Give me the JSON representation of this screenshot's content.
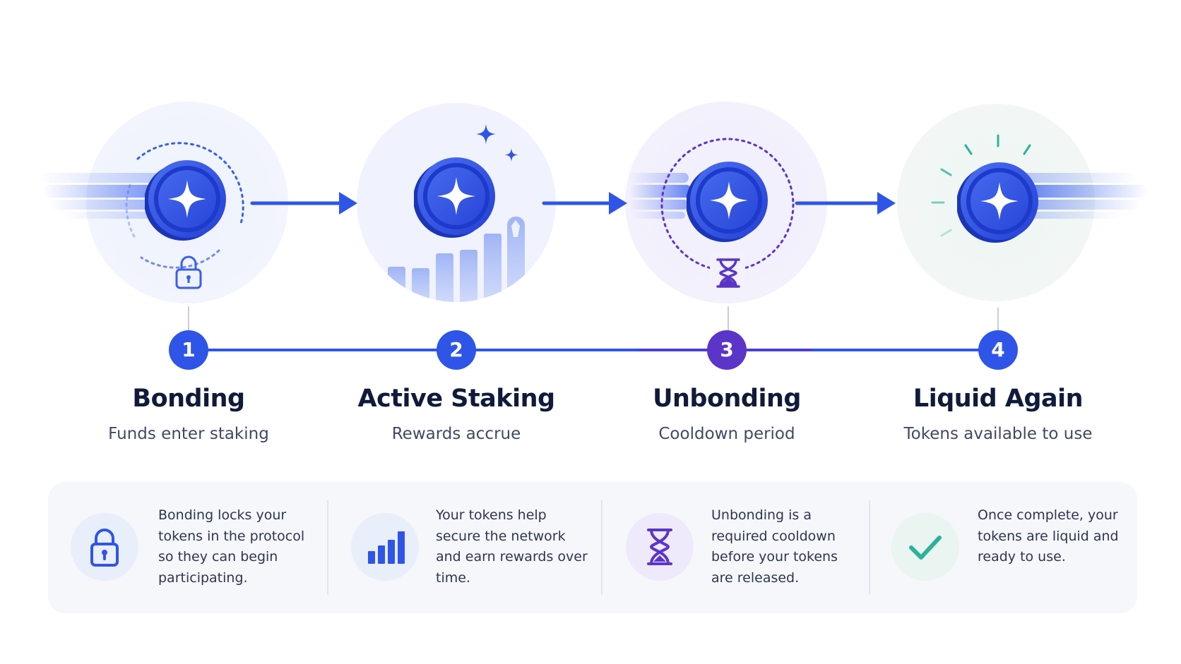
{
  "steps": [
    {
      "number": "1",
      "title": "Bonding",
      "subtitle": "Funds enter staking",
      "color": "#2f55e8"
    },
    {
      "number": "2",
      "title": "Active Staking",
      "subtitle": "Rewards accrue",
      "color": "#2f55e8"
    },
    {
      "number": "3",
      "title": "Unbonding",
      "subtitle": "Cooldown period",
      "color": "#5b35c8"
    },
    {
      "number": "4",
      "title": "Liquid Again",
      "subtitle": "Tokens available to use",
      "color": "#2f55e8"
    }
  ],
  "details": [
    {
      "text": "Bonding locks your tokens in the protocol so they can begin participating.",
      "icon": "lock-icon"
    },
    {
      "text": "Your tokens help secure the network and earn rewards over time.",
      "icon": "bar-chart-icon"
    },
    {
      "text": "Unbonding is a required cooldown before your tokens are released.",
      "icon": "hourglass-icon"
    },
    {
      "text": "Once complete, your tokens are liquid and ready to use.",
      "icon": "checkmark-icon"
    }
  ],
  "colors": {
    "coin": "#2c4fe0",
    "coin_dark": "#1a35b8",
    "timeline": "#2f55e8",
    "unbonding": "#5b35c8",
    "success": "#2bb39a"
  }
}
